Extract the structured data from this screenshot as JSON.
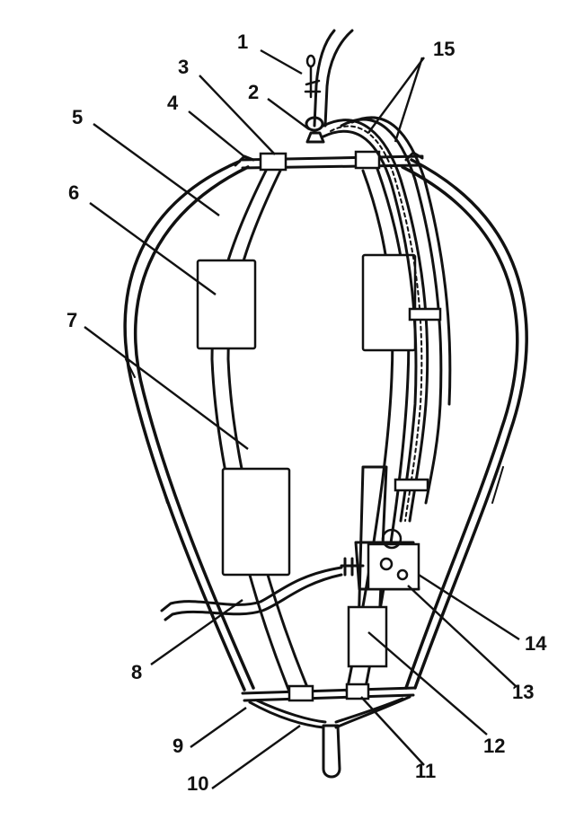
{
  "figure": {
    "labels": [
      {
        "id": "1",
        "text": "1"
      },
      {
        "id": "2",
        "text": "2"
      },
      {
        "id": "3",
        "text": "3"
      },
      {
        "id": "4",
        "text": "4"
      },
      {
        "id": "5",
        "text": "5"
      },
      {
        "id": "6",
        "text": "6"
      },
      {
        "id": "7",
        "text": "7"
      },
      {
        "id": "8",
        "text": "8"
      },
      {
        "id": "9",
        "text": "9"
      },
      {
        "id": "10",
        "text": "10"
      },
      {
        "id": "11",
        "text": "11"
      },
      {
        "id": "12",
        "text": "12"
      },
      {
        "id": "13",
        "text": "13"
      },
      {
        "id": "14",
        "text": "14"
      },
      {
        "id": "15",
        "text": "15"
      }
    ],
    "ink_color": "#111111",
    "paper_color": "#ffffff"
  }
}
